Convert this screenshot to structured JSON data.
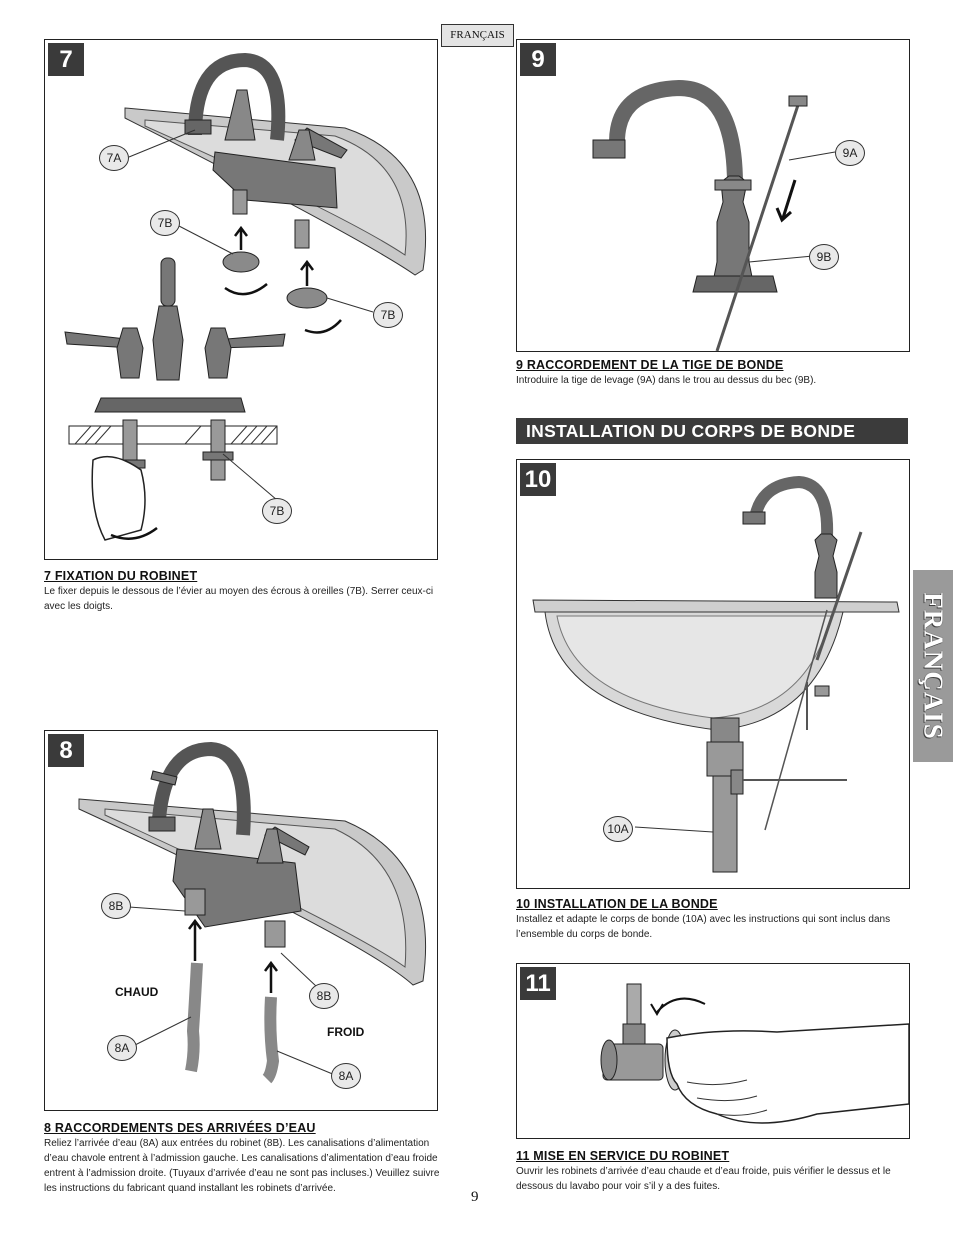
{
  "language_tab": "FRANÇAIS",
  "side_tab": "FRANÇAIS",
  "page_number": "9",
  "section_header": "INSTALLATION DU CORPS DE BONDE",
  "steps": {
    "s7": {
      "number": "7",
      "title": "7  FIXATION DU ROBINET",
      "body": "Le fixer depuis le dessous de l’évier au moyen des écrous à oreilles (7B). Serrer ceux-ci avec les doigts.",
      "callouts": [
        "7A",
        "7B",
        "7B",
        "7B"
      ]
    },
    "s8": {
      "number": "8",
      "title": "8  RACCORDEMENTS DES ARRIVÉES D’EAU",
      "body": "Reliez l’arrivée d’eau (8A) aux entrées du robinet (8B). Les canalisations d’alimentation d’eau chavole entrent à l’admission gauche. Les canalisations d’alimentation d’eau froide entrent à l’admission droite. (Tuyaux d’arrivée d’eau ne sont pas incluses.) Veuillez suivre les instructions du fabricant quand installant les robinets d’arrivée.",
      "callouts": [
        "8B",
        "8B",
        "8A",
        "8A"
      ],
      "hot_label": "CHAUD",
      "cold_label": "FROID"
    },
    "s9": {
      "number": "9",
      "title": "9  RACCORDEMENT DE LA TIGE DE BONDE",
      "body": "Introduire la tige de levage (9A) dans le trou au dessus du bec (9B).",
      "callouts": [
        "9A",
        "9B"
      ]
    },
    "s10": {
      "number": "10",
      "title": "10  INSTALLATION DE LA BONDE",
      "body": "Installez et adapte le corps de bonde (10A) avec les instructions qui sont inclus dans l’ensemble du corps de bonde.",
      "callouts": [
        "10A"
      ]
    },
    "s11": {
      "number": "11",
      "title": "11  MISE EN SERVICE DU ROBINET",
      "body": "Ouvrir les robinets d’arrivée d’eau chaude et d’eau froide, puis vérifier le dessus et le dessous du lavabo pour voir s’il y a des fuites."
    }
  }
}
